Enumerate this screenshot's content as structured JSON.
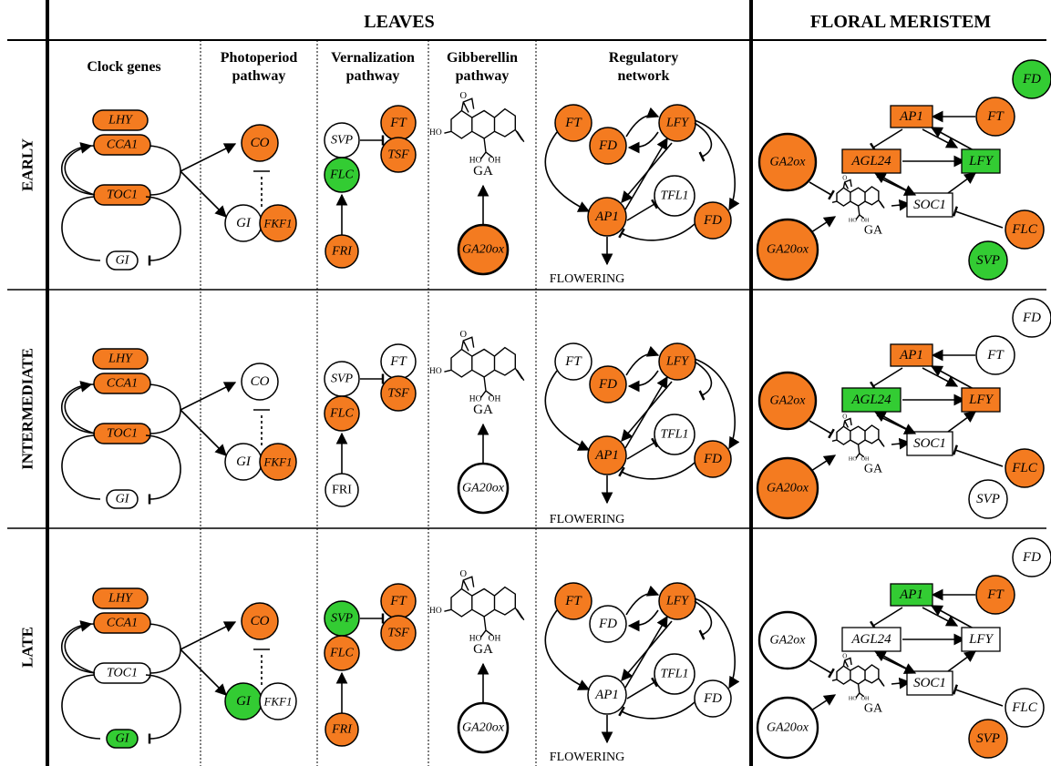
{
  "colors": {
    "orange": "#F47B20",
    "green": "#33CC33",
    "white": "#FFFFFF",
    "line": "#000000"
  },
  "headers": {
    "leaves": "LEAVES",
    "floral": "FLORAL MERISTEM"
  },
  "subheaders": {
    "clock": [
      "Clock genes"
    ],
    "photo": [
      "Photoperiod",
      "pathway"
    ],
    "vern": [
      "Vernalization",
      "pathway"
    ],
    "gib": [
      "Gibberellin",
      "pathway"
    ],
    "reg": [
      "Regulatory",
      "network"
    ]
  },
  "rows": [
    {
      "label": "EARLY",
      "clock": {
        "LHY": "orange",
        "CCA1": "orange",
        "TOC1": "orange",
        "GI": "white"
      },
      "photo": {
        "CO": "orange",
        "GI": "white",
        "FKF1": "orange"
      },
      "vern": {
        "SVP": "white",
        "FLC": "green",
        "FT": "orange",
        "TSF": "orange",
        "FRI": "orange",
        "FRI_upright": false
      },
      "gib": {
        "GA20ox": "orange"
      },
      "reg": {
        "FT": "orange",
        "FD": "orange",
        "LFY": "orange",
        "AP1": "orange",
        "TFL1": "white",
        "FD2": "orange"
      },
      "floral": {
        "FD": "green",
        "FT": "orange",
        "AP1": "orange",
        "AGL24": "orange",
        "LFY": "green",
        "SOC1": "white",
        "GA2ox": "orange",
        "GA20ox": "orange",
        "FLC": "orange",
        "SVP": "green"
      }
    },
    {
      "label": "INTERMEDIATE",
      "clock": {
        "LHY": "orange",
        "CCA1": "orange",
        "TOC1": "orange",
        "GI": "white"
      },
      "photo": {
        "CO": "white",
        "GI": "white",
        "FKF1": "orange"
      },
      "vern": {
        "SVP": "white",
        "FLC": "orange",
        "FT": "white",
        "TSF": "orange",
        "FRI": "white",
        "FRI_upright": true
      },
      "gib": {
        "GA20ox": "white"
      },
      "reg": {
        "FT": "white",
        "FD": "orange",
        "LFY": "orange",
        "AP1": "orange",
        "TFL1": "white",
        "FD2": "orange"
      },
      "floral": {
        "FD": "white",
        "FT": "white",
        "AP1": "orange",
        "AGL24": "green",
        "LFY": "orange",
        "SOC1": "white",
        "GA2ox": "orange",
        "GA20ox": "orange",
        "FLC": "orange",
        "SVP": "white"
      }
    },
    {
      "label": "LATE",
      "clock": {
        "LHY": "orange",
        "CCA1": "orange",
        "TOC1": "white",
        "GI": "green"
      },
      "photo": {
        "CO": "orange",
        "GI": "green",
        "FKF1": "white"
      },
      "vern": {
        "SVP": "green",
        "FLC": "orange",
        "FT": "orange",
        "TSF": "orange",
        "FRI": "orange",
        "FRI_upright": false
      },
      "gib": {
        "GA20ox": "white"
      },
      "reg": {
        "FT": "orange",
        "FD": "white",
        "LFY": "orange",
        "AP1": "white",
        "TFL1": "white",
        "FD2": "white"
      },
      "floral": {
        "FD": "white",
        "FT": "orange",
        "AP1": "green",
        "AGL24": "white",
        "LFY": "white",
        "SOC1": "white",
        "GA2ox": "white",
        "GA20ox": "white",
        "FLC": "white",
        "SVP": "orange"
      }
    }
  ],
  "labels": {
    "ga": "GA",
    "flowering": "FLOWERING",
    "ho": "HO",
    "oh": "OH",
    "o": "O",
    "LHY": "LHY",
    "CCA1": "CCA1",
    "TOC1": "TOC1",
    "GI": "GI",
    "CO": "CO",
    "FKF1": "FKF1",
    "SVP": "SVP",
    "FLC": "FLC",
    "FT": "FT",
    "TSF": "TSF",
    "FRI": "FRI",
    "GA20ox": "GA20ox",
    "FD": "FD",
    "LFY": "LFY",
    "AP1": "AP1",
    "TFL1": "TFL1",
    "AGL24": "AGL24",
    "SOC1": "SOC1",
    "GA2ox": "GA2ox"
  }
}
